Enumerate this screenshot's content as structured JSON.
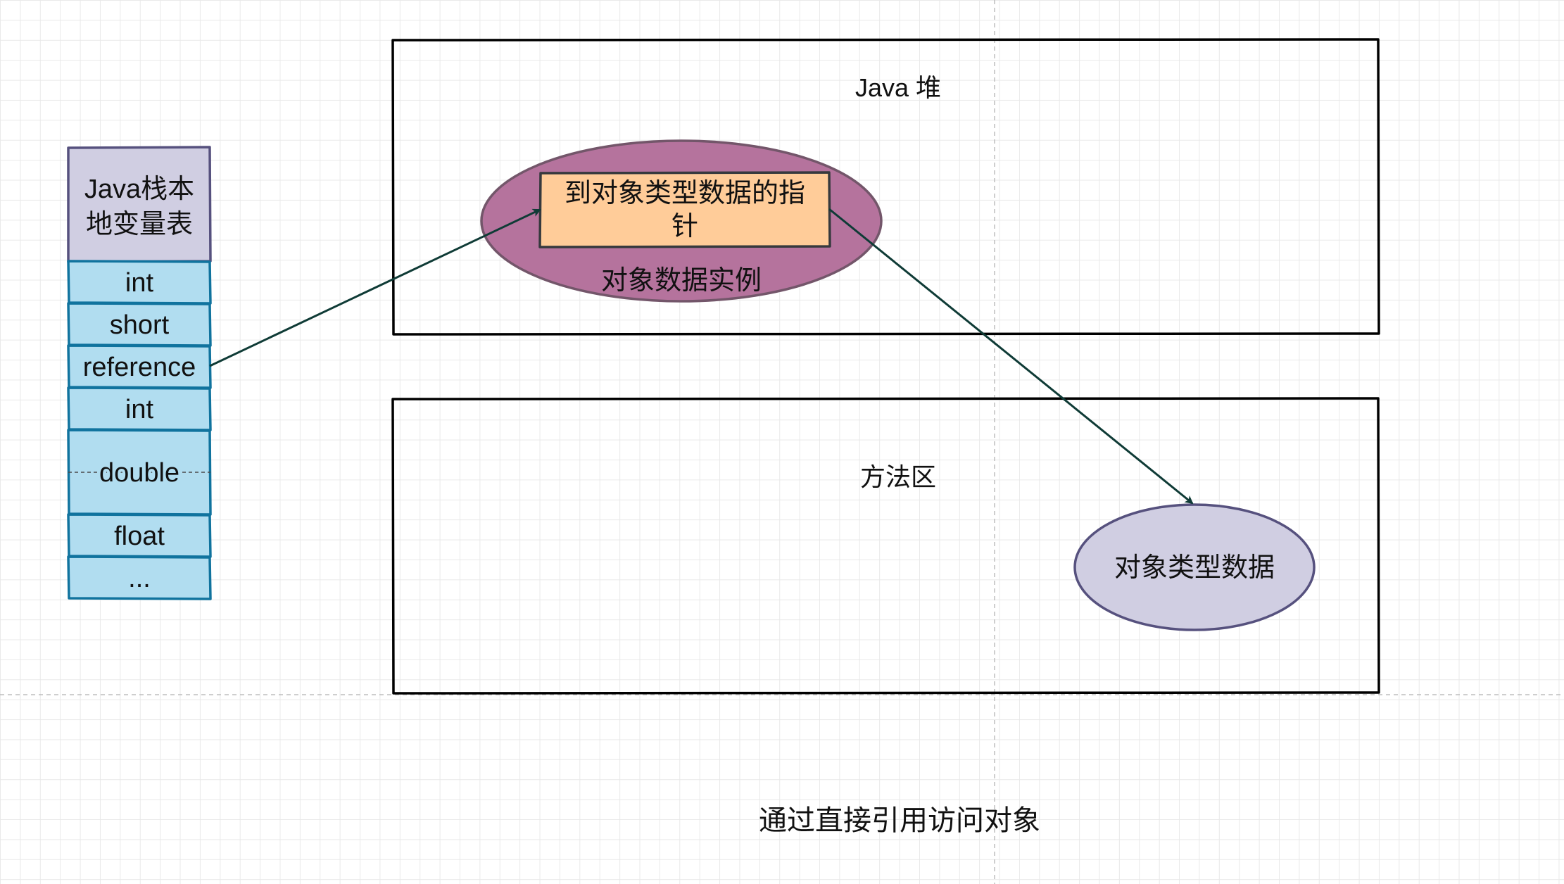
{
  "stack_table": {
    "header": "Java栈本地变量表",
    "header_lines": [
      "Java栈本",
      "地变量表"
    ],
    "slots": [
      "int",
      "short",
      "reference",
      "int",
      "double",
      "float",
      "..."
    ]
  },
  "heap": {
    "label": "Java 堆",
    "instance_label": "对象数据实例",
    "pointer_label": "到对象类型数据的指针",
    "pointer_lines": [
      "到对象类型数据的指",
      "针"
    ]
  },
  "method_area": {
    "label": "方法区",
    "type_data_label": "对象类型数据"
  },
  "caption": "通过直接引用访问对象",
  "colors": {
    "stack_header_fill": "#d0cee2",
    "stack_header_stroke": "#56517e",
    "stack_slot_fill": "#b1ddf0",
    "stack_slot_stroke": "#10739e",
    "instance_fill": "#b5739d",
    "instance_stroke": "#73566a",
    "pointer_fill": "#ffcc99",
    "pointer_stroke": "#36393d",
    "type_data_fill": "#d0cee2",
    "type_data_stroke": "#56517e",
    "arrow": "#0f3b36",
    "region_stroke": "#000000"
  }
}
